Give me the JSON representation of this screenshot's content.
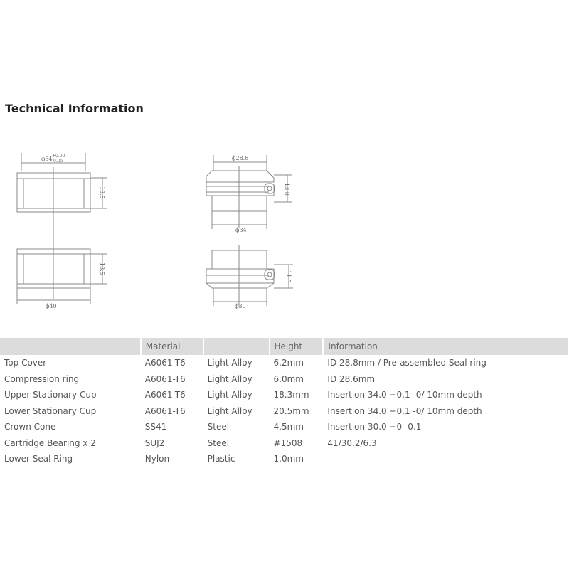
{
  "heading": "Technical Information",
  "drawing": {
    "left_top_dim": "ϕ34",
    "left_top_tol_upper": "+0.00",
    "left_top_tol_lower": "-0.05",
    "left_upper_height": "13.5",
    "left_lower_height": "13.5",
    "left_bottom_dim": "ϕ40",
    "right_top_dim": "ϕ28.6",
    "right_upper_height": "13.8",
    "right_mid_dim": "ϕ34",
    "right_lower_height": "11.5",
    "right_bottom_dim": "ϕ30"
  },
  "table": {
    "headers": [
      "",
      "Material",
      "",
      "Height",
      "Information"
    ],
    "rows": [
      [
        "Top Cover",
        "A6061-T6",
        "Light Alloy",
        "6.2mm",
        "ID 28.8mm / Pre-assembled Seal ring"
      ],
      [
        "Compression ring",
        "A6061-T6",
        "Light Alloy",
        "6.0mm",
        "ID 28.6mm"
      ],
      [
        "Upper Stationary Cup",
        "A6061-T6",
        "Light Alloy",
        "18.3mm",
        "Insertion 34.0 +0.1 -0/ 10mm depth"
      ],
      [
        "Lower Stationary Cup",
        "A6061-T6",
        "Light Alloy",
        "20.5mm",
        "Insertion 34.0 +0.1 -0/ 10mm depth"
      ],
      [
        "Crown Cone",
        "SS41",
        "Steel",
        "4.5mm",
        "Insertion 30.0 +0 -0.1"
      ],
      [
        "Cartridge Bearing x 2",
        "SUJ2",
        "Steel",
        "#1508",
        "41/30.2/6.3"
      ],
      [
        "Lower Seal Ring",
        "Nylon",
        "Plastic",
        "1.0mm",
        ""
      ]
    ]
  }
}
